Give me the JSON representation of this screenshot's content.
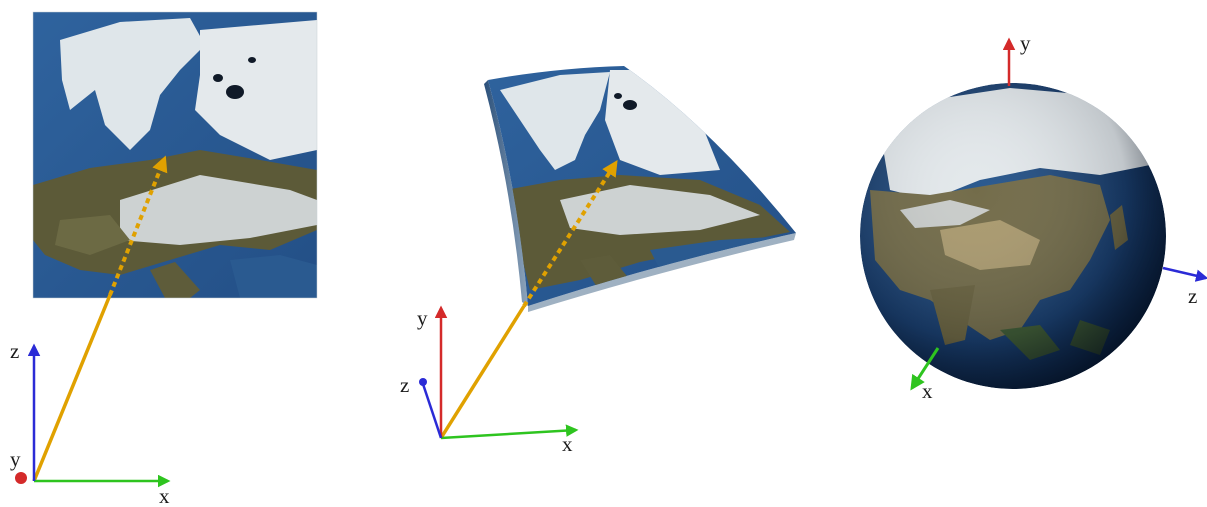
{
  "panels": [
    {
      "id": "flat-map",
      "axes": {
        "x": "x",
        "y": "y",
        "z": "z"
      },
      "colors": {
        "x": "#2ec41f",
        "y": "#d42a2a",
        "z": "#2b2bd6",
        "vector": "#e0a100"
      }
    },
    {
      "id": "curved-map",
      "axes": {
        "x": "x",
        "y": "y",
        "z": "z"
      },
      "colors": {
        "x": "#2ec41f",
        "y": "#d42a2a",
        "z": "#2b2bd6",
        "vector": "#e0a100"
      }
    },
    {
      "id": "globe",
      "axes": {
        "x": "x",
        "y": "y",
        "z": "z"
      },
      "colors": {
        "x": "#2ec41f",
        "y": "#d42a2a",
        "z": "#2b2bd6"
      }
    }
  ],
  "map_colors": {
    "ocean": "#2b5c96",
    "land": "#5c5a38",
    "snow": "#e6ebee",
    "shadow": "#0c1a33"
  }
}
